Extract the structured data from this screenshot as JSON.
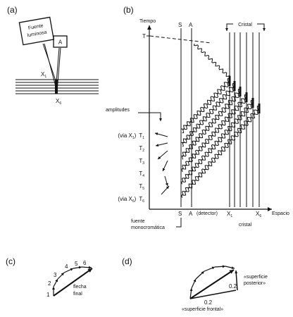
{
  "panels": {
    "a": {
      "label": "(a)",
      "source_line1": "Fuente",
      "source_line2": "luminosa",
      "detector_letter": "A",
      "x1_label": "X",
      "x1_sub": "1",
      "x6_label": "X",
      "x6_sub": "6"
    },
    "b": {
      "label": "(b)",
      "y_axis_label": "Tiempo",
      "x_axis_label": "Espacio",
      "top_T": "T",
      "top_S": "S",
      "top_A": "A",
      "crystal_top": "Cristal",
      "amplitudes_label": "amplitudes",
      "times": [
        {
          "prefix": "(via X",
          "prefix_sub": "1",
          "close": ")",
          "label": "T",
          "sub": "1"
        },
        {
          "prefix": "",
          "prefix_sub": "",
          "close": "",
          "label": "T",
          "sub": "2"
        },
        {
          "prefix": "",
          "prefix_sub": "",
          "close": "",
          "label": "T",
          "sub": "3"
        },
        {
          "prefix": "",
          "prefix_sub": "",
          "close": "",
          "label": "T",
          "sub": "4"
        },
        {
          "prefix": "",
          "prefix_sub": "",
          "close": "",
          "label": "T",
          "sub": "5"
        },
        {
          "prefix": "(via X",
          "prefix_sub": "6",
          "close": ")",
          "label": "T",
          "sub": "6"
        }
      ],
      "bottom_S": "S",
      "bottom_A": "A",
      "detector_paren": "(detector)",
      "bottom_x1": "X",
      "bottom_x1_sub": "1",
      "bottom_x6": "X",
      "bottom_x6_sub": "6",
      "crystal_bottom": "cristal",
      "source_line1": "fuente",
      "source_line2": "monocromática"
    },
    "c": {
      "label": "(c)",
      "numbers": [
        "1",
        "2",
        "3",
        "4",
        "5",
        "6"
      ],
      "arrow_line1": "flecha",
      "arrow_line2": "final"
    },
    "d": {
      "label": "(d)",
      "value_back": "0.2",
      "value_front": "0.2",
      "back_line1": "«superficie",
      "back_line2": "posterior»",
      "front_label": "«superficie frontal»"
    }
  }
}
